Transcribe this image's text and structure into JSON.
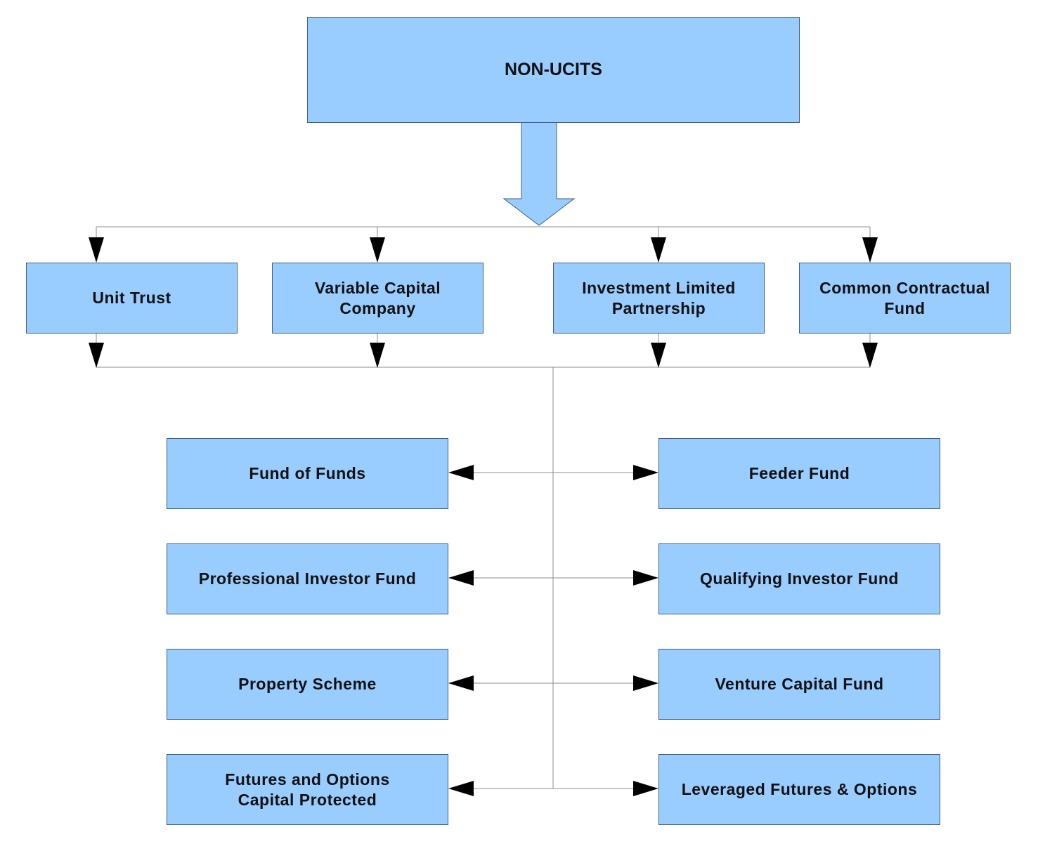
{
  "root": {
    "label": "NON-UCITS"
  },
  "structures": [
    {
      "label": "Unit Trust"
    },
    {
      "label": "Variable Capital\nCompany"
    },
    {
      "label": "Investment Limited\nPartnership"
    },
    {
      "label": "Common Contractual\nFund"
    }
  ],
  "fund_types_left": [
    {
      "label": "Fund of Funds"
    },
    {
      "label": "Professional Investor Fund"
    },
    {
      "label": "Property Scheme"
    },
    {
      "label": "Futures and Options\nCapital Protected"
    }
  ],
  "fund_types_right": [
    {
      "label": "Feeder Fund"
    },
    {
      "label": "Qualifying Investor Fund"
    },
    {
      "label": "Venture Capital Fund"
    },
    {
      "label": "Leveraged Futures & Options"
    }
  ],
  "colors": {
    "box_fill": "#99ccff",
    "box_border": "#3d5e80",
    "connector": "#8c8c8c",
    "arrowhead": "#000000"
  }
}
